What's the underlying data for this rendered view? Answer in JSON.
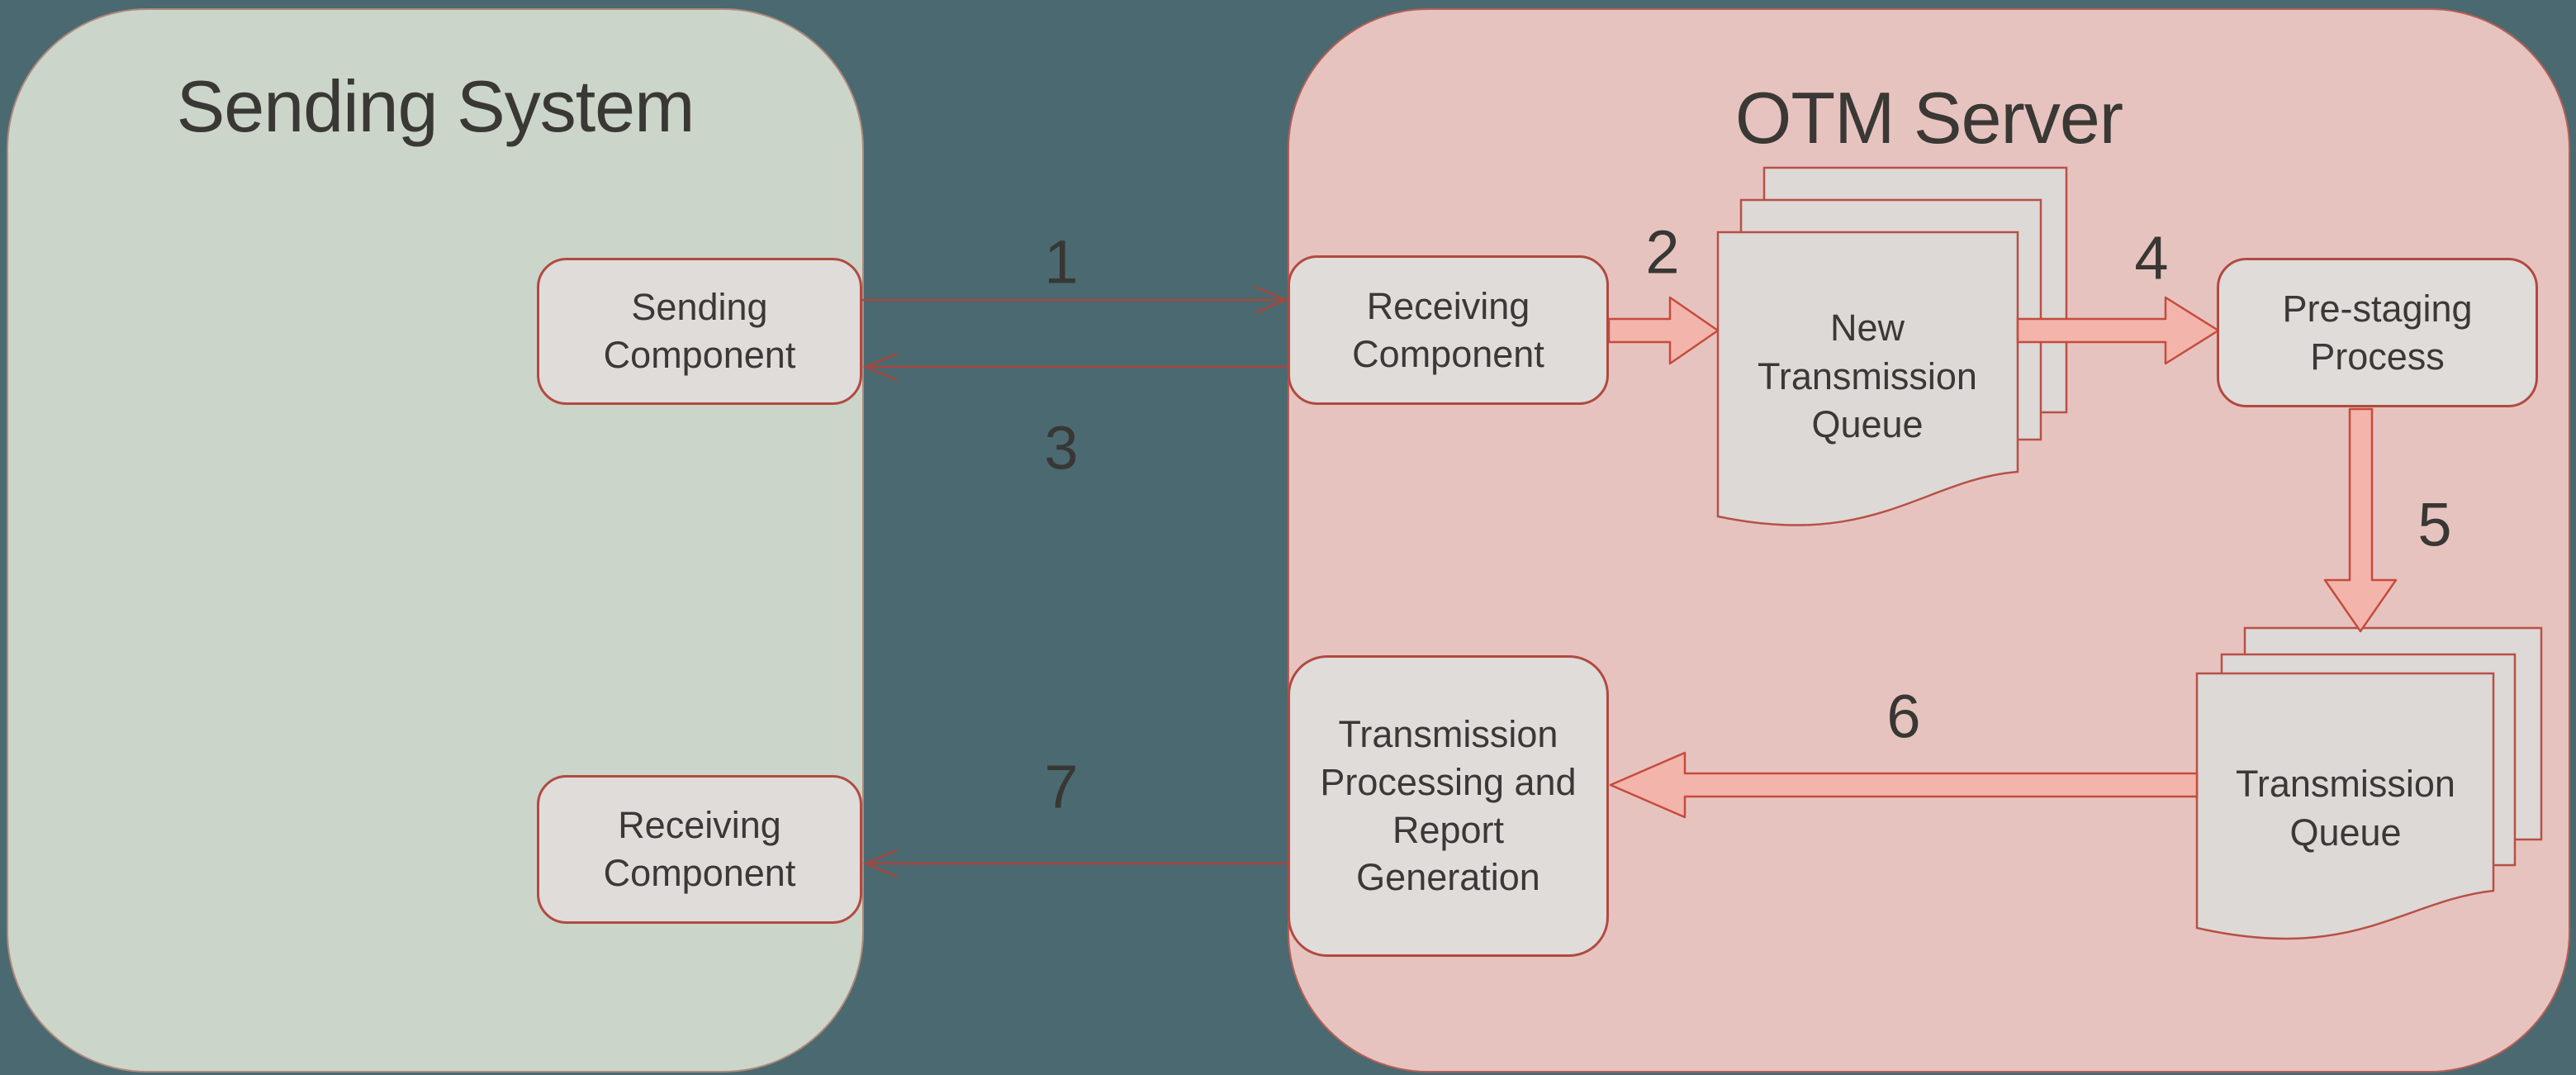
{
  "diagram": {
    "sending_system": {
      "title": "Sending System",
      "sending_component": "Sending Component",
      "receiving_component": "Receiving Component"
    },
    "otm_server": {
      "title": "OTM Server",
      "receiving_component": "Receiving Component",
      "new_transmission_queue": "New Transmission Queue",
      "pre_staging_process": "Pre-staging Process",
      "transmission_queue": "Transmission Queue",
      "transmission_processing": "Transmission Processing and Report Generation"
    },
    "steps": {
      "s1": "1",
      "s2": "2",
      "s3": "3",
      "s4": "4",
      "s5": "5",
      "s6": "6",
      "s7": "7"
    },
    "colors": {
      "background": "#4b6971",
      "sending_system_fill": "#ccd5c9",
      "otm_server_fill": "#e7c3c0",
      "node_fill": "#dfdcda",
      "node_border": "#b14a40",
      "document_fill": "#dcd9d7",
      "block_arrow_fill": "#f3b4ab",
      "block_arrow_stroke": "#c64b3d",
      "connector_stroke": "#a6473d",
      "text": "#3a3936"
    }
  }
}
